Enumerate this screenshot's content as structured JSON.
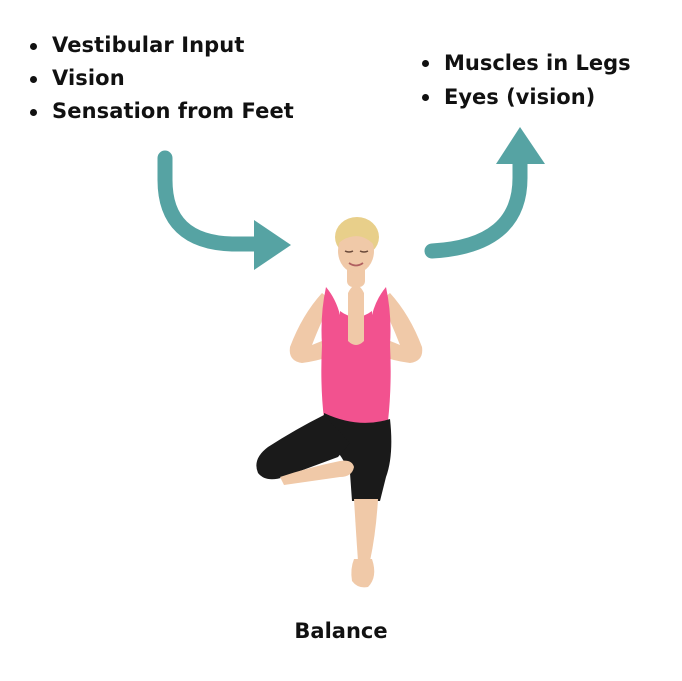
{
  "inputs": [
    {
      "label": "Vestibular Input"
    },
    {
      "label": "Vision"
    },
    {
      "label": "Sensation from Feet"
    }
  ],
  "outputs": [
    {
      "label": "Muscles in Legs"
    },
    {
      "label": "Eyes (vision)"
    }
  ],
  "caption": "Balance",
  "colors": {
    "arrow": "#56a3a3",
    "tank_top": "#f2528f",
    "leggings": "#1a1a1a",
    "skin": "#f0c9a8",
    "hair": "#e8cf8a"
  },
  "icons": {
    "left_arrow": "curved-arrow-right-icon",
    "right_arrow": "curved-arrow-up-icon"
  }
}
